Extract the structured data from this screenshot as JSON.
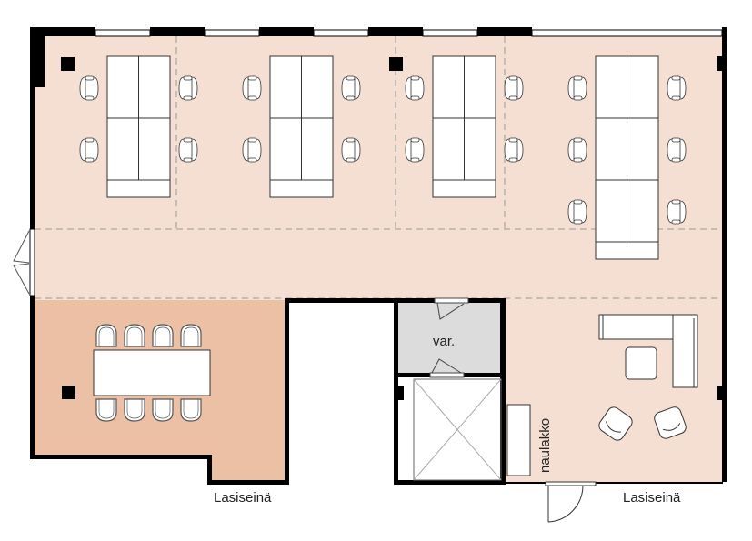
{
  "colors": {
    "open_office": "#f4dfd2",
    "meeting_room": "#ebc0a4",
    "storage": "#dcdcdc",
    "wall": "#000000",
    "furniture": "#ffffff"
  },
  "rooms": {
    "storage_label": "var.",
    "coat_rack_label": "naulakko",
    "glass_wall_left_label": "Lasiseinä",
    "glass_wall_right_label": "Lasiseinä"
  },
  "desk_groups": [
    {
      "rows": 2
    },
    {
      "rows": 2
    },
    {
      "rows": 2
    },
    {
      "rows": 3
    }
  ],
  "meeting_table": {
    "chairs_per_side": 4
  }
}
